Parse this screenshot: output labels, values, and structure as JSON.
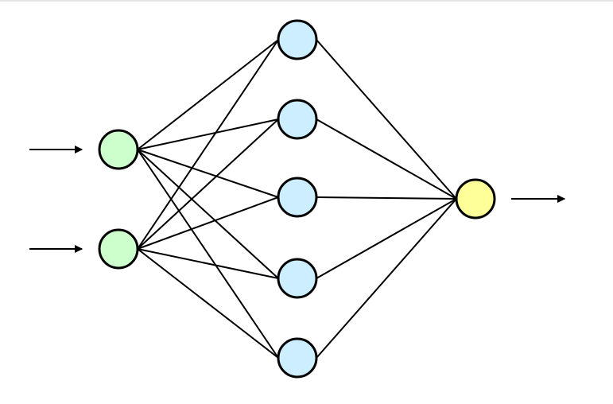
{
  "diagram": {
    "type": "feedforward-neural-network",
    "layers": [
      {
        "name": "input",
        "count": 2,
        "fill": "#ccffcc"
      },
      {
        "name": "hidden",
        "count": 5,
        "fill": "#cceeff"
      },
      {
        "name": "output",
        "count": 1,
        "fill": "#ffff99"
      }
    ],
    "connectivity": "fully-connected",
    "stroke": "#000000",
    "input_arrows": 2,
    "output_arrows": 1
  }
}
